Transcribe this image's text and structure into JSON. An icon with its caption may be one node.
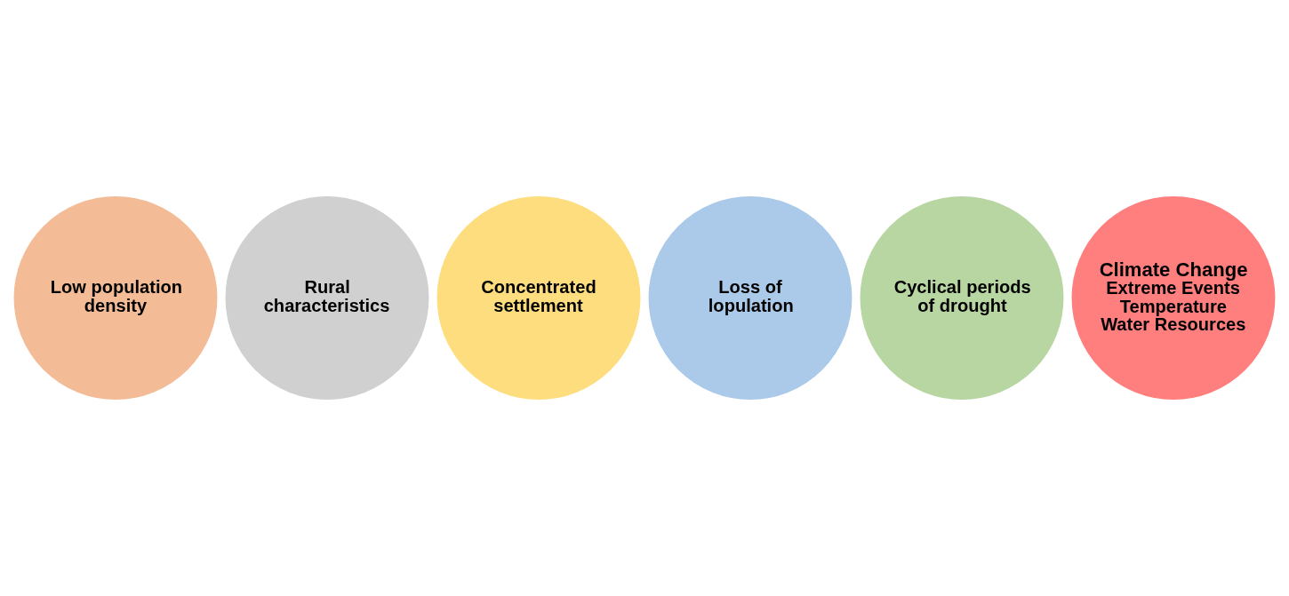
{
  "diagram": {
    "nodes": [
      {
        "text": [
          "Low population density"
        ]
      },
      {
        "text": [
          "Concentrated settlement"
        ]
      },
      {
        "text": [
          "Cyclical periods of drought"
        ]
      },
      {
        "text": [
          "Rural characteristics"
        ]
      },
      {
        "text": [
          "Loss of lopulation"
        ]
      },
      {
        "text": [
          "Climate Change",
          "Extreme Events",
          "Temperature",
          "Water Resources"
        ]
      }
    ],
    "edges": []
  }
}
